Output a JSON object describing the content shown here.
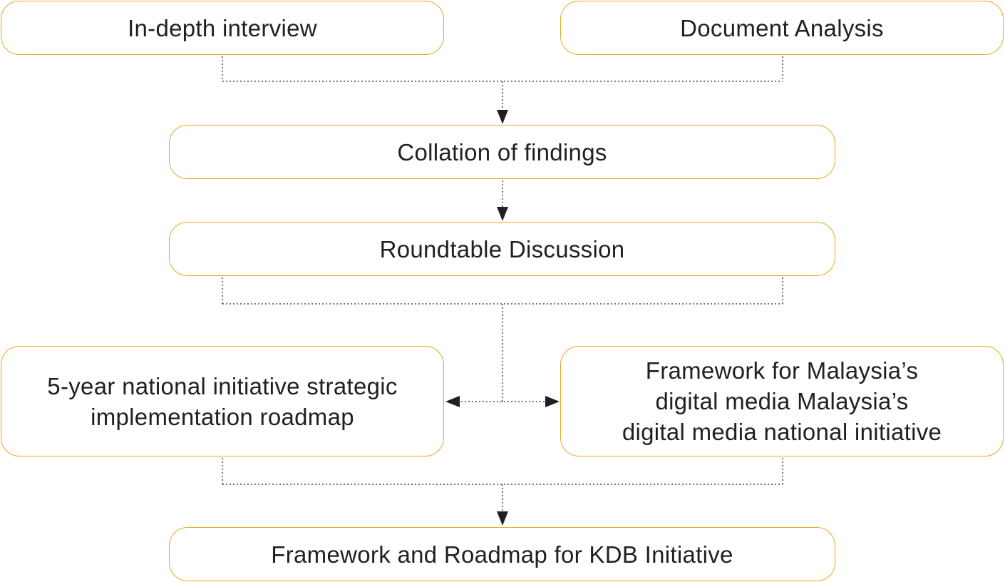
{
  "diagram": {
    "nodes": {
      "in_depth_interview": "In-depth interview",
      "document_analysis": "Document Analysis",
      "collation": "Collation of findings",
      "roundtable": "Roundtable Discussion",
      "roadmap_5yr": "5-year national initiative strategic\nimplementation roadmap",
      "framework_malaysia": "Framework for Malaysia’s\ndigital media Malaysia’s\ndigital media national initiative",
      "final": "Framework and Roadmap for KDB Initiative"
    },
    "edges": [
      {
        "from": "in_depth_interview",
        "to": "collation",
        "style": "dotted"
      },
      {
        "from": "document_analysis",
        "to": "collation",
        "style": "dotted"
      },
      {
        "from": "collation",
        "to": "roundtable",
        "style": "dotted"
      },
      {
        "from": "roundtable",
        "to": "roadmap_5yr",
        "style": "dotted"
      },
      {
        "from": "roundtable",
        "to": "framework_malaysia",
        "style": "dotted"
      },
      {
        "from": "roadmap_5yr",
        "to": "final",
        "style": "dotted"
      },
      {
        "from": "framework_malaysia",
        "to": "final",
        "style": "dotted"
      }
    ],
    "colors": {
      "box_border": "#e8a820",
      "text": "#231f20",
      "connector": "#4a4a4a"
    }
  }
}
